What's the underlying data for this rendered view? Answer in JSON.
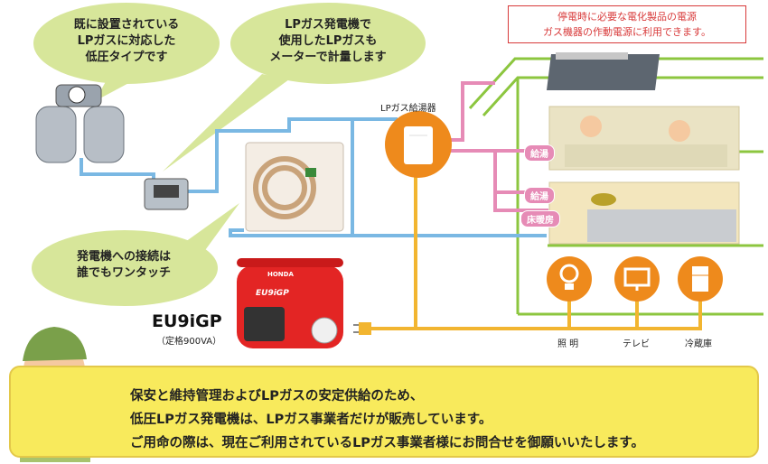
{
  "bubbles": {
    "lp_cylinder": "既に設置されている\nLPガスに対応した\n低圧タイプです",
    "gas_meter": "LPガス発電機で\n使用したLPガスも\nメーターで計量します",
    "connection": "発電機への接続は\n誰でもワンタッチ"
  },
  "notice": "停電時に必要な電化製品の電源\nガス機器の作動電源に利用できます。",
  "water_heater_label": "LPガス給湯器",
  "tags": {
    "bath_hot_water": "給湯",
    "kitchen_hot_water": "給湯",
    "floor_heating": "床暖房"
  },
  "appliances": {
    "light": "照 明",
    "tv": "テレビ",
    "fridge": "冷蔵庫"
  },
  "generator": {
    "model": "EU9iGP",
    "rating": "（定格900VA）",
    "brand": "HONDA",
    "badge": "EU9iGP"
  },
  "footer": {
    "line1": "保安と維持管理およびLPガスの安定供給のため、",
    "line2": "低圧LPガス発電機は、LPガス事業者だけが販売しています。",
    "line3": "ご用命の際は、現在ご利用されているLPガス事業者様にお問合せを御願いいたします。"
  },
  "colors": {
    "bubble": "#d7e69a",
    "gas_pipe": "#7ab8e3",
    "hot_water": "#e68bb6",
    "power": "#f2b530",
    "house": "#8cc63f",
    "orange": "#ee8a1c",
    "notice_red": "#d83a3a"
  }
}
